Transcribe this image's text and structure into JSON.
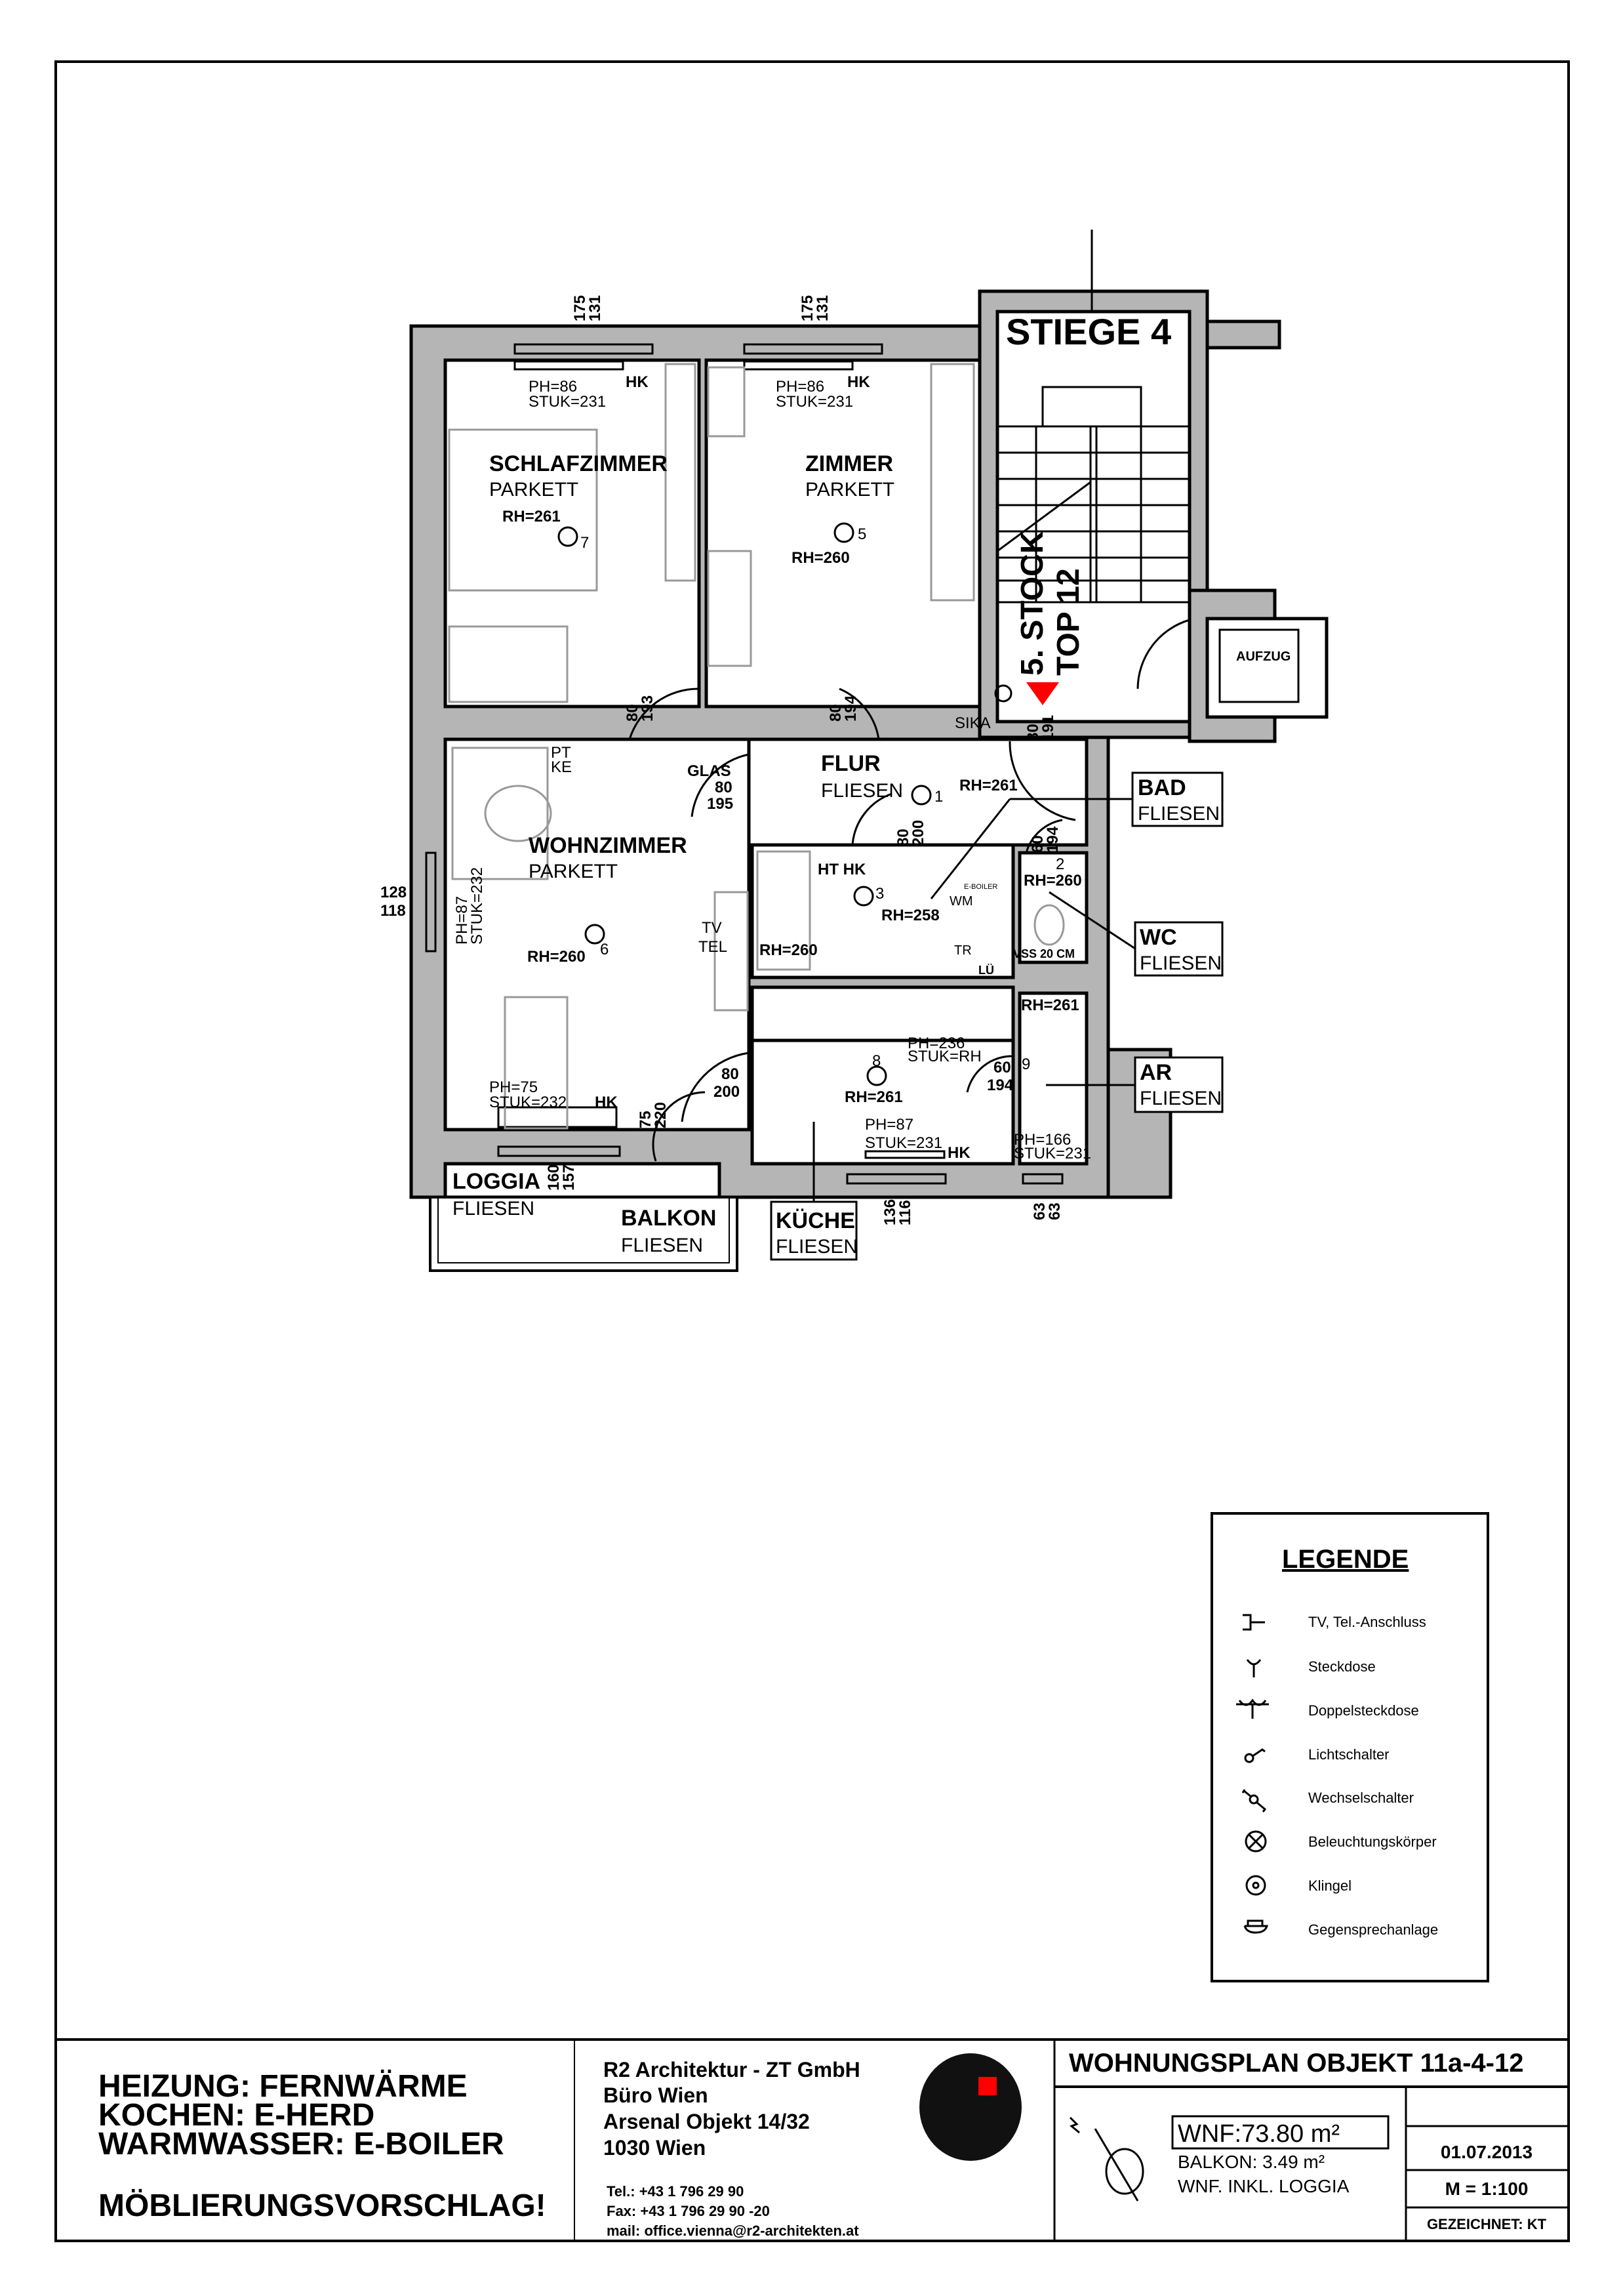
{
  "stair": {
    "title": "STIEGE 4",
    "floor": "5. STOCK",
    "unit": "TOP 12",
    "lift": "AUFZUG"
  },
  "rooms": {
    "schlafzimmer": {
      "name": "SCHLAFZIMMER",
      "floor": "PARKETT",
      "rh": "RH=261",
      "ph": "PH=86",
      "stuk": "STUK=231",
      "hk": "HK",
      "light": "7"
    },
    "zimmer": {
      "name": "ZIMMER",
      "floor": "PARKETT",
      "rh": "RH=260",
      "ph": "PH=86",
      "stuk": "STUK=231",
      "hk": "HK",
      "light": "5"
    },
    "wohnzimmer": {
      "name": "WOHNZIMMER",
      "floor": "PARKETT",
      "rh": "RH=260",
      "ph": "PH=75",
      "stuk": "STUK=232",
      "hk": "HK",
      "ph_side": "PH=87",
      "stuk_side": "STUK=232",
      "pt": "PT",
      "ke": "KE",
      "tv": "TV",
      "tel": "TEL",
      "light": "6"
    },
    "flur": {
      "name": "FLUR",
      "floor": "FLIESEN",
      "rh": "RH=261",
      "sika": "SIKA",
      "light": "1"
    },
    "bad": {
      "name": "BAD",
      "floor": "FLIESEN",
      "rh": "RH=258",
      "rh_tub": "RH=260",
      "ht_hk": "HT HK",
      "boiler": "E-BOILER",
      "wm": "WM",
      "tr": "TR",
      "light": "3"
    },
    "wc": {
      "name": "WC",
      "floor": "FLIESEN",
      "rh": "RH=260",
      "vss": "VSS 20 CM",
      "lue": "LÜ",
      "light": "2"
    },
    "kueche": {
      "name": "KÜCHE",
      "floor": "FLIESEN",
      "rh": "RH=261",
      "ph": "PH=87",
      "stuk": "STUK=231",
      "hk": "HK",
      "ph_top": "PH=236",
      "stuk_top": "STUK=RH",
      "light": "8"
    },
    "ar": {
      "name": "AR",
      "floor": "FLIESEN",
      "rh": "RH=261",
      "ph": "PH=166",
      "stuk": "STUK=231",
      "light": "9"
    },
    "loggia": {
      "name": "LOGGIA",
      "floor": "FLIESEN"
    },
    "balkon": {
      "name": "BALKON",
      "floor": "FLIESEN"
    }
  },
  "dimensions": {
    "win_schlaf": [
      "175",
      "131"
    ],
    "win_zimmer": [
      "175",
      "131"
    ],
    "win_wohn": [
      "128",
      "118"
    ],
    "door_schlaf": [
      "80",
      "193"
    ],
    "door_zimmer": [
      "80",
      "194"
    ],
    "door_entry": [
      "80",
      "191"
    ],
    "door_glas": [
      "GLAS",
      "80",
      "195"
    ],
    "door_bad": [
      "80",
      "200"
    ],
    "door_wc": [
      "60",
      "194"
    ],
    "door_kueche": [
      "80",
      "200"
    ],
    "door_ar": [
      "60",
      "194"
    ],
    "door_loggia": [
      "75",
      "220"
    ],
    "win_loggia": [
      "160",
      "157"
    ],
    "win_kueche": [
      "136",
      "116"
    ],
    "win_ar": [
      "63",
      "63"
    ]
  },
  "legend": {
    "title": "LEGENDE",
    "items": [
      {
        "icon": "tv-tel-icon",
        "label": "TV, Tel.-Anschluss"
      },
      {
        "icon": "socket-icon",
        "label": "Steckdose"
      },
      {
        "icon": "double-socket-icon",
        "label": "Doppelsteckdose"
      },
      {
        "icon": "light-switch-icon",
        "label": "Lichtschalter"
      },
      {
        "icon": "changeover-switch-icon",
        "label": "Wechselschalter"
      },
      {
        "icon": "light-fixture-icon",
        "label": "Beleuchtungskörper"
      },
      {
        "icon": "bell-icon",
        "label": "Klingel"
      },
      {
        "icon": "intercom-icon",
        "label": "Gegensprechanlage"
      }
    ]
  },
  "titleblock": {
    "heizung": "HEIZUNG: FERNWÄRME",
    "kochen": "KOCHEN: E-HERD",
    "warmwasser": "WARMWASSER: E-BOILER",
    "moeblierung": "MÖBLIERUNGSVORSCHLAG!",
    "company": "R2 Architektur - ZT GmbH",
    "office": "Büro Wien",
    "address": "Arsenal Objekt 14/32",
    "city": "1030 Wien",
    "tel": "Tel.: +43 1 796 29 90",
    "fax": "Fax: +43 1 796 29 90 -20",
    "mail": "mail: office.vienna@r2-architekten.at",
    "plan_title": "WOHNUNGSPLAN OBJEKT 11a-4-12",
    "wnf": "WNF:73.80 m²",
    "balkon": "BALKON: 3.49 m²",
    "wnf_note": "WNF. INKL. LOGGIA",
    "date": "01.07.2013",
    "scale": "M = 1:100",
    "drawn": "GEZEICHNET: KT"
  },
  "colors": {
    "wall": "#b5b5b5",
    "entry_marker": "#ff0000",
    "logo_accent": "#ff0000"
  }
}
